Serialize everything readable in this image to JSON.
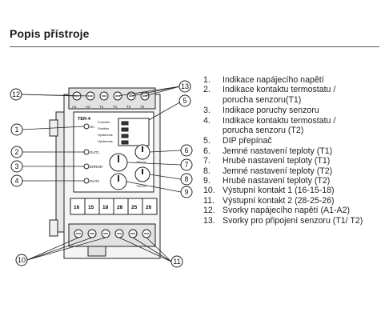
{
  "title": "Popis přístroje",
  "legend": [
    {
      "num": "1.",
      "lines": [
        "Indikace napájecího napětí"
      ]
    },
    {
      "num": "2.",
      "lines": [
        "Indikace kontaktu termostatu /",
        "porucha senzoru(T1)"
      ]
    },
    {
      "num": "3.",
      "lines": [
        "Indikace poruchy senzoru"
      ]
    },
    {
      "num": "4.",
      "lines": [
        "Indikace kontaktu termostatu /",
        "porucha senzoru (T2)"
      ]
    },
    {
      "num": "5.",
      "lines": [
        "DIP přepínač"
      ]
    },
    {
      "num": "6.",
      "lines": [
        "Jemné nastavení teploty (T1)"
      ]
    },
    {
      "num": "7.",
      "lines": [
        "Hrubé nastavení teploty (T1)"
      ]
    },
    {
      "num": "8.",
      "lines": [
        "Jemné nastavení teploty (T2)"
      ]
    },
    {
      "num": "9.",
      "lines": [
        "Hrubé nastavení teploty (T2)"
      ]
    },
    {
      "num": "10.",
      "lines": [
        "Výstupní kontakt 1 (16-15-18)"
      ]
    },
    {
      "num": "11.",
      "lines": [
        "Výstupní kontakt 2 (28-25-26)"
      ]
    },
    {
      "num": "12.",
      "lines": [
        "Svorky napájecího napětí (A1-A2)"
      ]
    },
    {
      "num": "13.",
      "lines": [
        "Svorky pro připojení senzoru (T1/ T2)"
      ]
    }
  ],
  "device": {
    "model": "TER-4",
    "led_labels": [
      "Un",
      "OUT1",
      "ERROR",
      "OUT2"
    ],
    "dip_labels": [
      "Function",
      "Position",
      "Hysteresis",
      "Hysteresis"
    ],
    "bottom_terminals": [
      "16",
      "15",
      "18",
      "28",
      "25",
      "26"
    ],
    "top_terminals": [
      "A1",
      "A2",
      "T1",
      "T1",
      "T2",
      "T2"
    ],
    "knob_labels": [
      "TOLD1",
      "TOLD2"
    ]
  },
  "callouts": {
    "left": [
      "1",
      "2",
      "3",
      "4"
    ],
    "right": [
      "5",
      "6",
      "7",
      "8",
      "9"
    ],
    "top_left": "12",
    "top_right": "13",
    "bottom_left": "10",
    "bottom_right": "11"
  }
}
